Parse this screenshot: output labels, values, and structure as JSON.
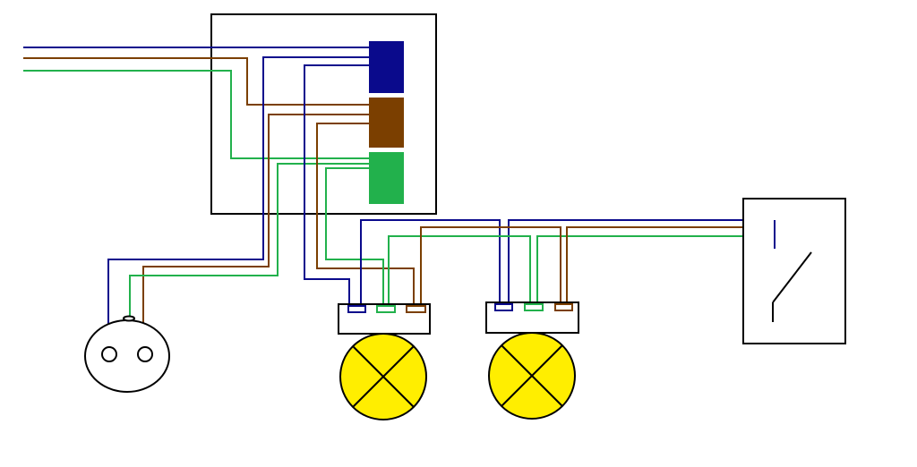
{
  "colors": {
    "neutral": "#0a0a8c",
    "live": "#7b3f00",
    "earth": "#22b14c",
    "lamp_fill": "#ffee00",
    "outline": "#000000",
    "background": "#ffffff"
  },
  "components": {
    "junction_box": {
      "terminals": [
        "neutral",
        "live",
        "earth"
      ]
    },
    "socket": {
      "pins": 2
    },
    "lamps": [
      {
        "terminals": [
          "neutral",
          "earth",
          "live"
        ]
      },
      {
        "terminals": [
          "neutral",
          "earth",
          "live"
        ]
      }
    ],
    "switch": {
      "state": "open"
    }
  },
  "icons": {
    "lamp": "lamp-cross-icon",
    "socket": "socket-outlet-icon",
    "switch": "switch-icon"
  }
}
